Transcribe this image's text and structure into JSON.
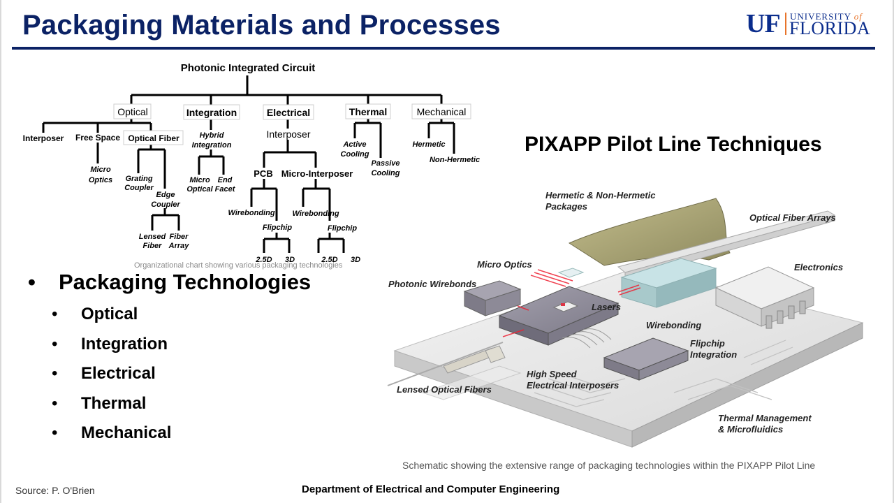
{
  "slide": {
    "title": "Packaging Materials and Processes",
    "logo": {
      "uf": "UF",
      "university": "UNIVERSITY",
      "of": "of",
      "florida": "FLORIDA"
    },
    "footer": {
      "source": "Source: P. O'Brien",
      "department": "Department of Electrical and Computer Engineering"
    }
  },
  "org_chart": {
    "root": "Photonic Integrated Circuit",
    "categories": [
      "Optical",
      "Integration",
      "Electrical",
      "Thermal",
      "Mechanical"
    ],
    "optical": {
      "interposer": "Interposer",
      "free_space": "Free Space",
      "optical_fiber": "Optical Fiber",
      "micro_optics": [
        "Micro",
        "Optics"
      ],
      "grating": [
        "Grating",
        "Coupler"
      ],
      "edge": [
        "Edge",
        "Coupler"
      ],
      "lensed": [
        "Lensed",
        "Fiber"
      ],
      "array": [
        "Fiber",
        "Array"
      ]
    },
    "integration": {
      "hybrid": [
        "Hybrid",
        "Integration"
      ],
      "micro": [
        "Micro",
        "Optical"
      ],
      "end": [
        "End",
        "Facet"
      ]
    },
    "electrical": {
      "interposer": "Interposer",
      "pcb": "PCB",
      "micro_interposer": "Micro-Interposer",
      "wirebonding": "Wirebonding",
      "flipchip": "Flipchip",
      "d25": "2.5D",
      "d3": "3D"
    },
    "thermal": {
      "active": [
        "Active",
        "Cooling"
      ],
      "passive": [
        "Passive",
        "Cooling"
      ]
    },
    "mechanical": {
      "hermetic": "Hermetic",
      "non_hermetic": "Non-Hermetic"
    },
    "caption": "Organizational chart showing various packaging technologies"
  },
  "bullets": {
    "main": "Packaging Technologies",
    "items": [
      "Optical",
      "Integration",
      "Electrical",
      "Thermal",
      "Mechanical"
    ],
    "marker": "•"
  },
  "pixapp": {
    "title": "PIXAPP Pilot Line Techniques",
    "labels": {
      "hermetic": [
        "Hermetic & Non-Hermetic",
        "Packages"
      ],
      "fiber_arrays": "Optical Fiber Arrays",
      "micro_optics": "Micro Optics",
      "electronics": "Electronics",
      "wirebonds": "Photonic Wirebonds",
      "lasers": "Lasers",
      "wirebonding": "Wirebonding",
      "flipchip": [
        "Flipchip",
        "Integration"
      ],
      "interposers": [
        "High Speed",
        "Electrical Interposers"
      ],
      "lensed": "Lensed Optical Fibers",
      "thermal": [
        "Thermal Management",
        "& Microfluidics"
      ]
    },
    "caption": "Schematic showing the extensive range of packaging technologies within the PIXAPP Pilot Line"
  }
}
